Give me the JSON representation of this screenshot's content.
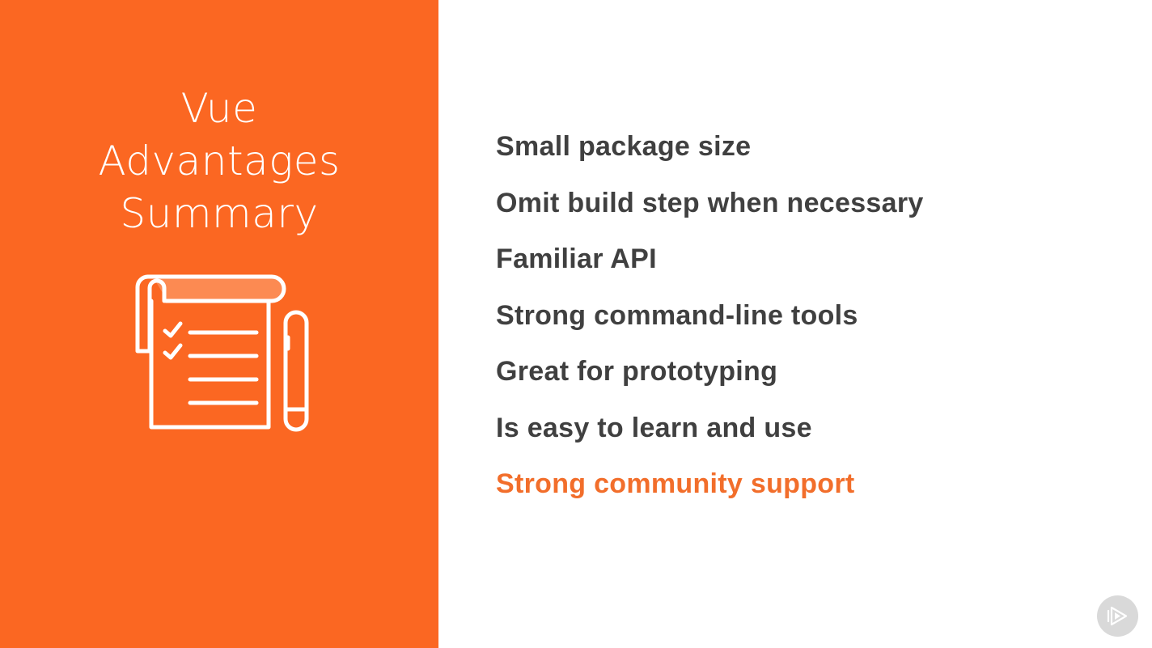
{
  "slide": {
    "title_lines": [
      "Vue",
      "Advantages",
      "Summary"
    ],
    "illustration_icon": "checklist-notepad-and-pen-icon",
    "bullets": [
      "Small package size",
      "Omit build step when necessary",
      "Familiar API",
      "Strong command-line tools",
      "Great for prototyping",
      "Is easy to learn and use",
      "Strong community support"
    ],
    "highlighted_bullet_index": 6,
    "colors": {
      "accent_panel": "#fb6722",
      "bullet_text": "#404040",
      "bullet_highlight": "#f26e2b",
      "background": "#ffffff"
    }
  },
  "player": {
    "badge_icon": "pluralsight-play-icon"
  }
}
